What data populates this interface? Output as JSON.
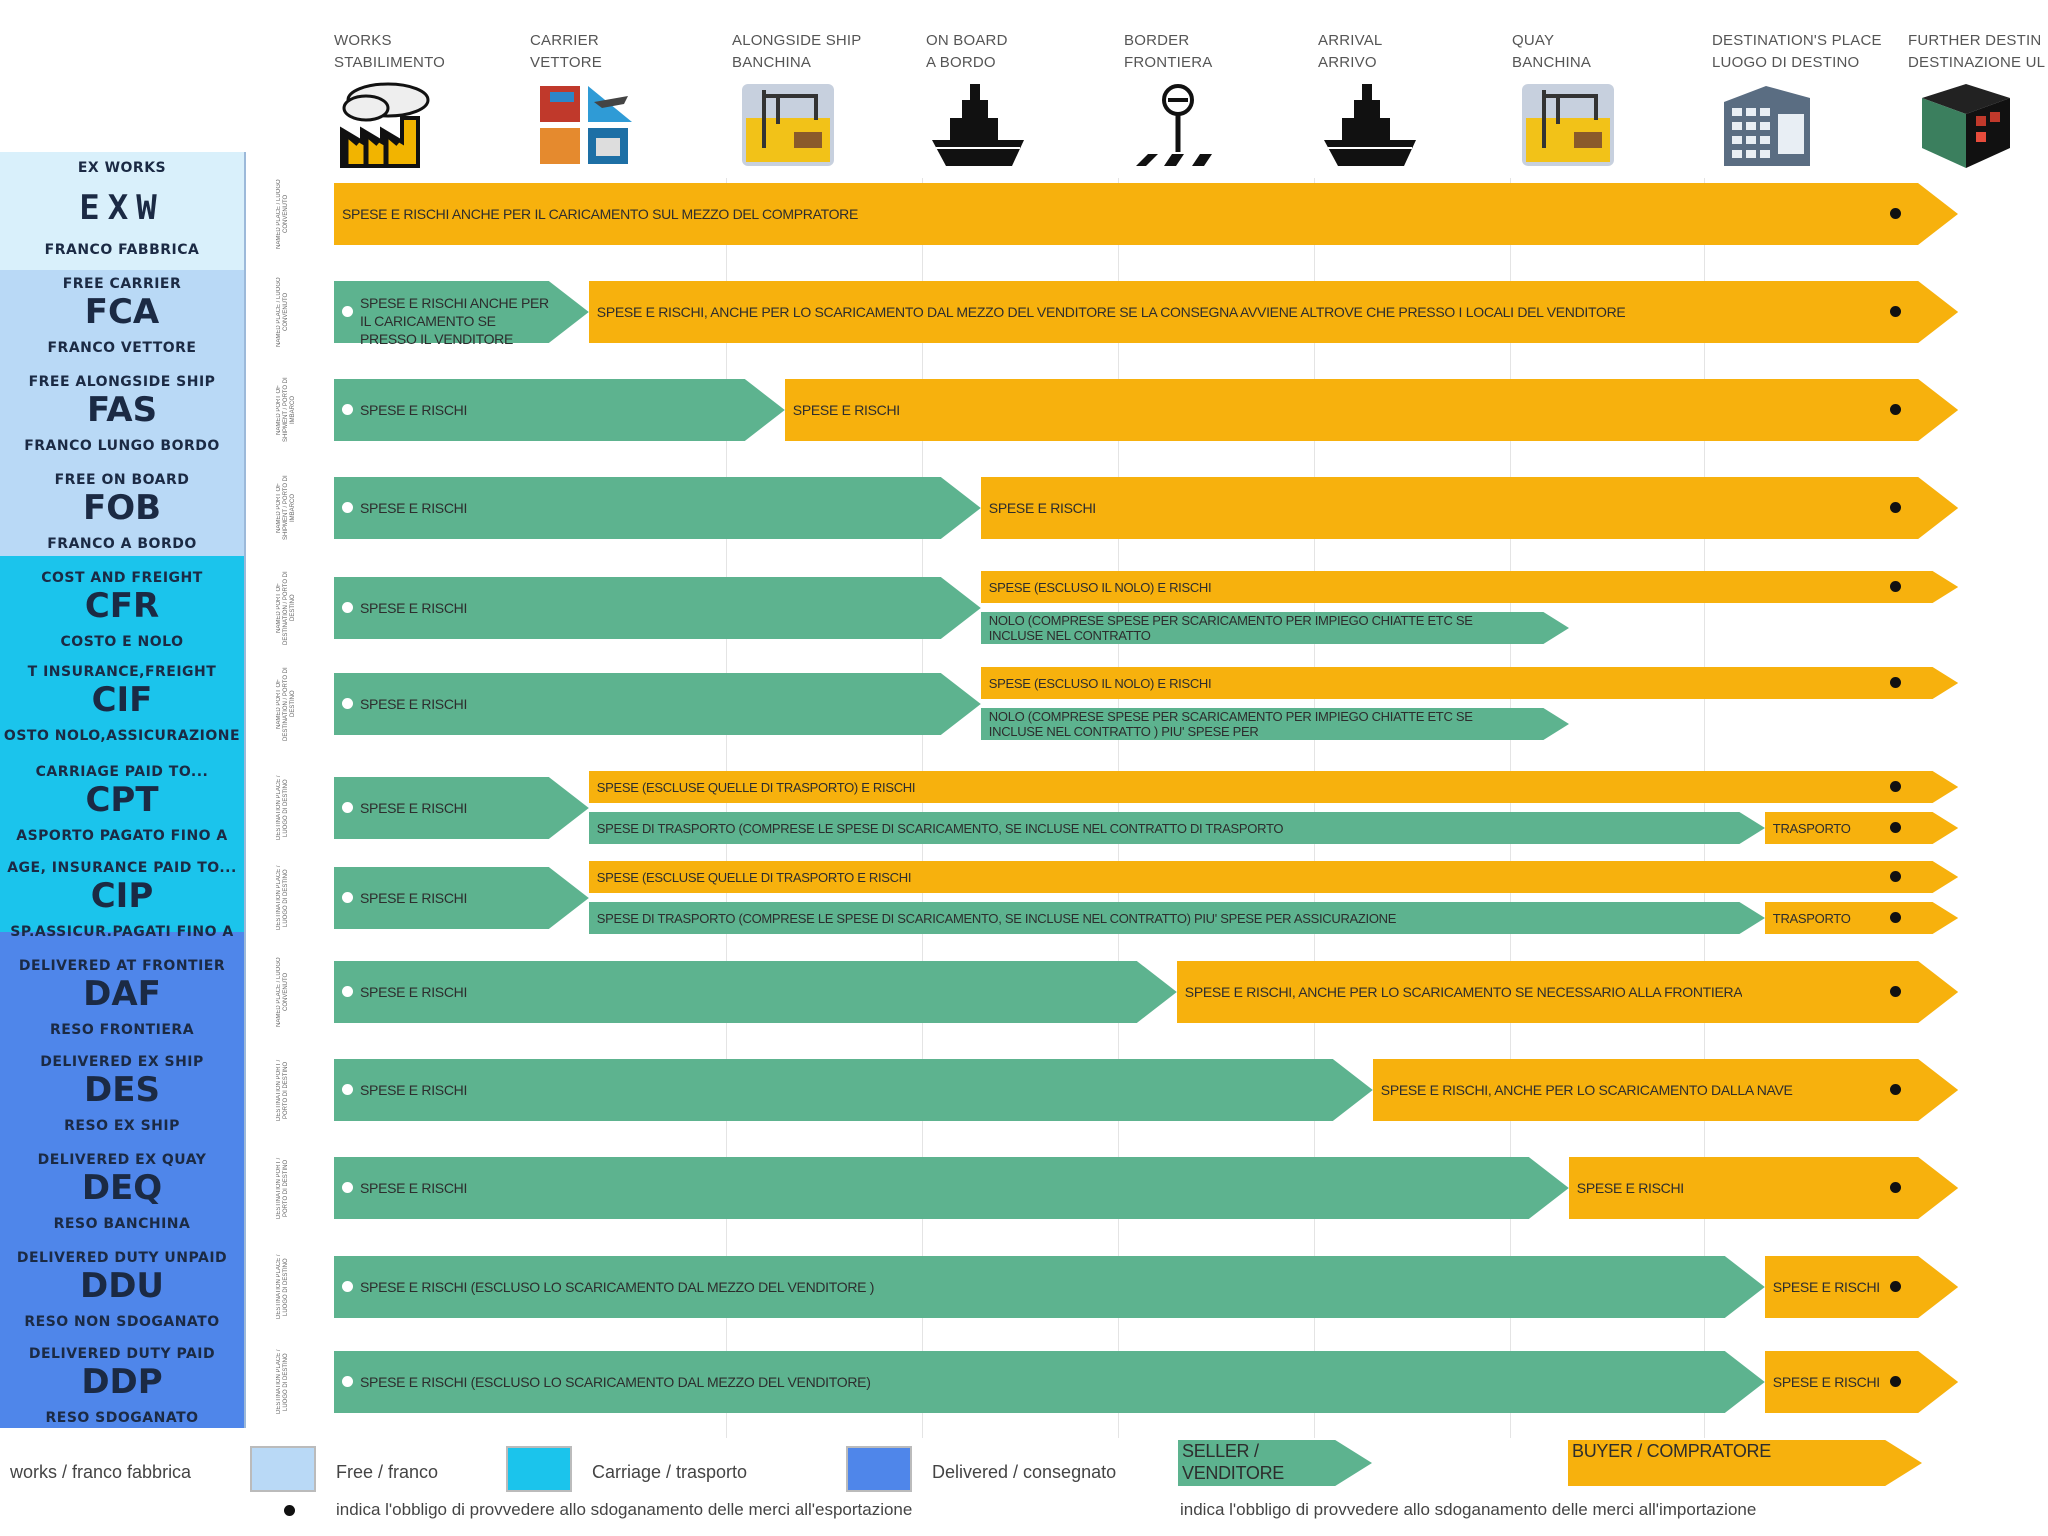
{
  "colors": {
    "seller": "#5db38f",
    "buyer": "#f7b10d",
    "group_works": "#d9f0fb",
    "group_free": "#b9d9f6",
    "group_carriage": "#1bc4ec",
    "group_delivered": "#4f86ea"
  },
  "columns": [
    {
      "en": "WORKS",
      "it": "STABILIMENTO",
      "icon": "factory-icon"
    },
    {
      "en": "CARRIER",
      "it": "VETTORE",
      "icon": "transport-modes-icon"
    },
    {
      "en": "ALONGSIDE SHIP",
      "it": "BANCHINA",
      "icon": "quay-crane-icon"
    },
    {
      "en": "ON BOARD",
      "it": "A BORDO",
      "icon": "ship-icon"
    },
    {
      "en": "BORDER",
      "it": "FRONTIERA",
      "icon": "border-barrier-icon"
    },
    {
      "en": "ARRIVAL",
      "it": "ARRIVO",
      "icon": "ship-icon"
    },
    {
      "en": "QUAY",
      "it": "BANCHINA",
      "icon": "quay-crane-icon"
    },
    {
      "en": "DESTINATION'S PLACE",
      "it": "LUOGO DI DESTINO",
      "icon": "office-building-icon"
    },
    {
      "en": "FURTHER DESTIN",
      "it": "DESTINAZIONE UL",
      "icon": "warehouse-cube-icon"
    }
  ],
  "terms": [
    {
      "group": "works",
      "top": "EX WORKS",
      "code": "EXW",
      "bottom": "FRANCO FABBRICA"
    },
    {
      "group": "free",
      "top": "FREE CARRIER",
      "code": "FCA",
      "bottom": "FRANCO VETTORE"
    },
    {
      "group": "free",
      "top": "FREE ALONGSIDE SHIP",
      "code": "FAS",
      "bottom": "FRANCO LUNGO BORDO"
    },
    {
      "group": "free",
      "top": "FREE ON BOARD",
      "code": "FOB",
      "bottom": "FRANCO A BORDO"
    },
    {
      "group": "carriage",
      "top": "COST AND FREIGHT",
      "code": "CFR",
      "bottom": "COSTO E NOLO"
    },
    {
      "group": "carriage",
      "top": "T INSURANCE,FREIGHT",
      "code": "CIF",
      "bottom": "OSTO NOLO,ASSICURAZIONE"
    },
    {
      "group": "carriage",
      "top": "CARRIAGE PAID TO...",
      "code": "CPT",
      "bottom": "ASPORTO PAGATO FINO A"
    },
    {
      "group": "carriage",
      "top": "AGE, INSURANCE PAID TO...",
      "code": "CIP",
      "bottom": "SP.ASSICUR.PAGATI FINO A"
    },
    {
      "group": "delivered",
      "top": "DELIVERED AT FRONTIER",
      "code": "DAF",
      "bottom": "RESO FRONTIERA"
    },
    {
      "group": "delivered",
      "top": "DELIVERED EX SHIP",
      "code": "DES",
      "bottom": "RESO EX SHIP"
    },
    {
      "group": "delivered",
      "top": "DELIVERED EX QUAY",
      "code": "DEQ",
      "bottom": "RESO BANCHINA"
    },
    {
      "group": "delivered",
      "top": "DELIVERED DUTY UNPAID",
      "code": "DDU",
      "bottom": "RESO NON SDOGANATO"
    },
    {
      "group": "delivered",
      "top": "DELIVERED DUTY PAID",
      "code": "DDP",
      "bottom": "RESO SDOGANATO"
    }
  ],
  "rows": [
    {
      "tag": "NAMED PLACE / LUOGO CONVENUTO",
      "bars": [
        {
          "party": "buyer",
          "text": "SPESE E RISCHI ANCHE PER IL CARICAMENTO SUL MEZZO DEL COMPRATORE",
          "from": 0,
          "to": 8.2,
          "dot": true
        }
      ]
    },
    {
      "tag": "NAMED PLACE / LUOGO CONVENUTO",
      "bars": [
        {
          "party": "seller",
          "text": "SPESE E RISCHI ANCHE PER IL CARICAMENTO SE PRESSO IL VENDITORE",
          "from": 0,
          "to": 1.3,
          "start_dot": true
        },
        {
          "party": "buyer",
          "text": "SPESE E RISCHI, ANCHE PER LO SCARICAMENTO DAL MEZZO DEL VENDITORE SE LA CONSEGNA AVVIENE ALTROVE CHE PRESSO I LOCALI DEL VENDITORE",
          "from": 1.3,
          "to": 8.2,
          "dot": true
        }
      ]
    },
    {
      "tag": "NAMED PORT OF SHIPMENT / PORTO DI IMBARCO",
      "bars": [
        {
          "party": "seller",
          "text": "SPESE E RISCHI",
          "from": 0,
          "to": 2.3,
          "start_dot": true
        },
        {
          "party": "buyer",
          "text": "SPESE E RISCHI",
          "from": 2.3,
          "to": 8.2,
          "dot": true
        }
      ]
    },
    {
      "tag": "NAMED PORT OF SHIPMENT / PORTO DI IMBARCO",
      "bars": [
        {
          "party": "seller",
          "text": "SPESE E RISCHI",
          "from": 0,
          "to": 3.3,
          "start_dot": true
        },
        {
          "party": "buyer",
          "text": "SPESE E RISCHI",
          "from": 3.3,
          "to": 8.2,
          "dot": true
        }
      ]
    },
    {
      "tag": "NAMED PORT OF DESTINATION / PORTO DI DESTINO",
      "bars": [
        {
          "party": "seller",
          "text": "SPESE E RISCHI",
          "from": 0,
          "to": 3.3,
          "start_dot": true
        },
        {
          "party": "buyer",
          "text": "SPESE (ESCLUSO IL NOLO) E RISCHI",
          "from": 3.3,
          "to": 8.2,
          "dot": true,
          "lane": "upper"
        },
        {
          "party": "seller",
          "text": "NOLO (COMPRESE SPESE PER SCARICAMENTO PER IMPIEGO CHIATTE ETC SE INCLUSE NEL CONTRATTO",
          "from": 3.3,
          "to": 6.3,
          "lane": "lower"
        }
      ]
    },
    {
      "tag": "NAMED PORT OF DESTINATION / PORTO DI DESTINO",
      "bars": [
        {
          "party": "seller",
          "text": "SPESE E RISCHI",
          "from": 0,
          "to": 3.3,
          "start_dot": true
        },
        {
          "party": "buyer",
          "text": "SPESE (ESCLUSO IL NOLO) E RISCHI",
          "from": 3.3,
          "to": 8.2,
          "dot": true,
          "lane": "upper"
        },
        {
          "party": "seller",
          "text": "NOLO (COMPRESE SPESE PER SCARICAMENTO PER IMPIEGO CHIATTE ETC SE INCLUSE NEL CONTRATTO ) PIU' SPESE PER",
          "from": 3.3,
          "to": 6.3,
          "lane": "lower"
        }
      ]
    },
    {
      "tag": "DESTINATION PLACE / LUOGO DI DESTINO",
      "bars": [
        {
          "party": "seller",
          "text": "SPESE E RISCHI",
          "from": 0,
          "to": 1.3,
          "start_dot": true
        },
        {
          "party": "buyer",
          "text": "SPESE (ESCLUSE QUELLE DI TRASPORTO) E RISCHI",
          "from": 1.3,
          "to": 8.2,
          "dot": true,
          "lane": "upper"
        },
        {
          "party": "seller",
          "text": "SPESE DI TRASPORTO (COMPRESE LE SPESE DI SCARICAMENTO, SE INCLUSE NEL CONTRATTO DI TRASPORTO",
          "from": 1.3,
          "to": 7.3,
          "lane": "lower"
        },
        {
          "party": "buyer",
          "text": "TRASPORTO",
          "from": 7.3,
          "to": 8.2,
          "dot": true,
          "lane": "lower"
        }
      ]
    },
    {
      "tag": "DESTINATION PLACE / LUOGO DI DESTINO",
      "bars": [
        {
          "party": "seller",
          "text": "SPESE E RISCHI",
          "from": 0,
          "to": 1.3,
          "start_dot": true
        },
        {
          "party": "buyer",
          "text": "SPESE (ESCLUSE QUELLE DI TRASPORTO E RISCHI",
          "from": 1.3,
          "to": 8.2,
          "dot": true,
          "lane": "upper"
        },
        {
          "party": "seller",
          "text": "SPESE DI TRASPORTO (COMPRESE LE SPESE DI SCARICAMENTO, SE INCLUSE NEL CONTRATTO) PIU' SPESE PER ASSICURAZIONE",
          "from": 1.3,
          "to": 7.3,
          "lane": "lower"
        },
        {
          "party": "buyer",
          "text": "TRASPORTO",
          "from": 7.3,
          "to": 8.2,
          "dot": true,
          "lane": "lower"
        }
      ]
    },
    {
      "tag": "NAMED PLACE / LUOGO CONVENUTO",
      "bars": [
        {
          "party": "seller",
          "text": "SPESE E RISCHI",
          "from": 0,
          "to": 4.3,
          "start_dot": true
        },
        {
          "party": "buyer",
          "text": "SPESE E RISCHI, ANCHE PER LO SCARICAMENTO SE NECESSARIO ALLA FRONTIERA",
          "from": 4.3,
          "to": 8.2,
          "dot": true
        }
      ]
    },
    {
      "tag": "DESTINATION PORT / PORTO DI DESTINO",
      "bars": [
        {
          "party": "seller",
          "text": "SPESE E RISCHI",
          "from": 0,
          "to": 5.3,
          "start_dot": true
        },
        {
          "party": "buyer",
          "text": "SPESE E RISCHI, ANCHE PER LO SCARICAMENTO DALLA NAVE",
          "from": 5.3,
          "to": 8.2,
          "dot": true
        }
      ]
    },
    {
      "tag": "DESTINATION PORT / PORTO DI DESTINO",
      "bars": [
        {
          "party": "seller",
          "text": "SPESE E RISCHI",
          "from": 0,
          "to": 6.3,
          "start_dot": true
        },
        {
          "party": "buyer",
          "text": "SPESE E RISCHI",
          "from": 6.3,
          "to": 8.2,
          "dot": true
        }
      ]
    },
    {
      "tag": "DESTINATION PLACE / LUOGO DI DESTINO",
      "bars": [
        {
          "party": "seller",
          "text": "SPESE E RISCHI (ESCLUSO LO SCARICAMENTO DAL MEZZO DEL VENDITORE )",
          "from": 0,
          "to": 7.3,
          "start_dot": true
        },
        {
          "party": "buyer",
          "text": "SPESE E RISCHI",
          "from": 7.3,
          "to": 8.2,
          "dot": true
        }
      ]
    },
    {
      "tag": "DESTINATION PLACE / LUOGO DI DESTINO",
      "bars": [
        {
          "party": "seller",
          "text": "SPESE E RISCHI (ESCLUSO LO SCARICAMENTO DAL MEZZO DEL VENDITORE)",
          "from": 0,
          "to": 7.3,
          "start_dot": true
        },
        {
          "party": "buyer",
          "text": "SPESE E RISCHI",
          "from": 7.3,
          "to": 8.2,
          "dot": true
        }
      ]
    }
  ],
  "legend": {
    "works": "works / franco fabbrica",
    "free": "Free / franco",
    "carriage": "Carriage / trasporto",
    "delivered": "Delivered / consegnato",
    "seller": "SELLER / VENDITORE",
    "buyer": "BUYER / COMPRATORE"
  },
  "notes": {
    "export": "indica l'obbligo di provvedere allo sdoganamento delle merci all'esportazione",
    "import": "indica l'obbligo di provvedere allo sdoganamento delle merci all'importazione"
  }
}
